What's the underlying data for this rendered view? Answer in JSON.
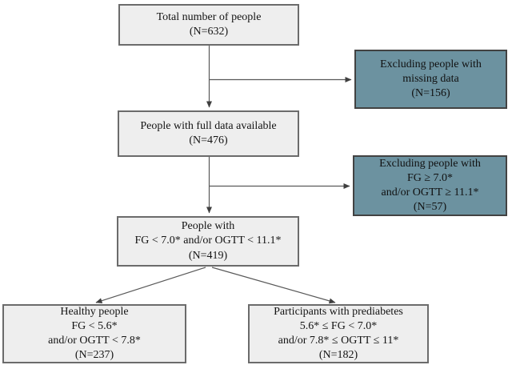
{
  "diagram": {
    "type": "flowchart",
    "colors": {
      "node_fill": "#eeeeee",
      "node_border": "#6b6b6b",
      "exclusion_fill": "#6c92a0",
      "exclusion_border": "#424242",
      "connector": "#595959",
      "background": "#ffffff"
    },
    "nodes": {
      "total": {
        "lines": [
          "Total number of people",
          "(N=632)"
        ]
      },
      "excluding_missing": {
        "lines": [
          "Excluding people with",
          "missing data",
          "(N=156)"
        ]
      },
      "full_data": {
        "lines": [
          "People with full data available",
          "(N=476)"
        ]
      },
      "excluding_high": {
        "lines": [
          "Excluding people with",
          "FG ≥ 7.0*",
          "and/or OGTT ≥ 11.1*",
          "(N=57)"
        ]
      },
      "below_threshold": {
        "lines": [
          "People with",
          "FG < 7.0* and/or OGTT < 11.1*",
          "(N=419)"
        ]
      },
      "healthy": {
        "lines": [
          "Healthy people",
          "FG < 5.6*",
          "and/or OGTT < 7.8*",
          "(N=237)"
        ]
      },
      "prediabetes": {
        "lines": [
          "Participants with prediabetes",
          "5.6* ≤ FG < 7.0*",
          "and/or 7.8* ≤ OGTT ≤ 11*",
          "(N=182)"
        ]
      }
    }
  }
}
